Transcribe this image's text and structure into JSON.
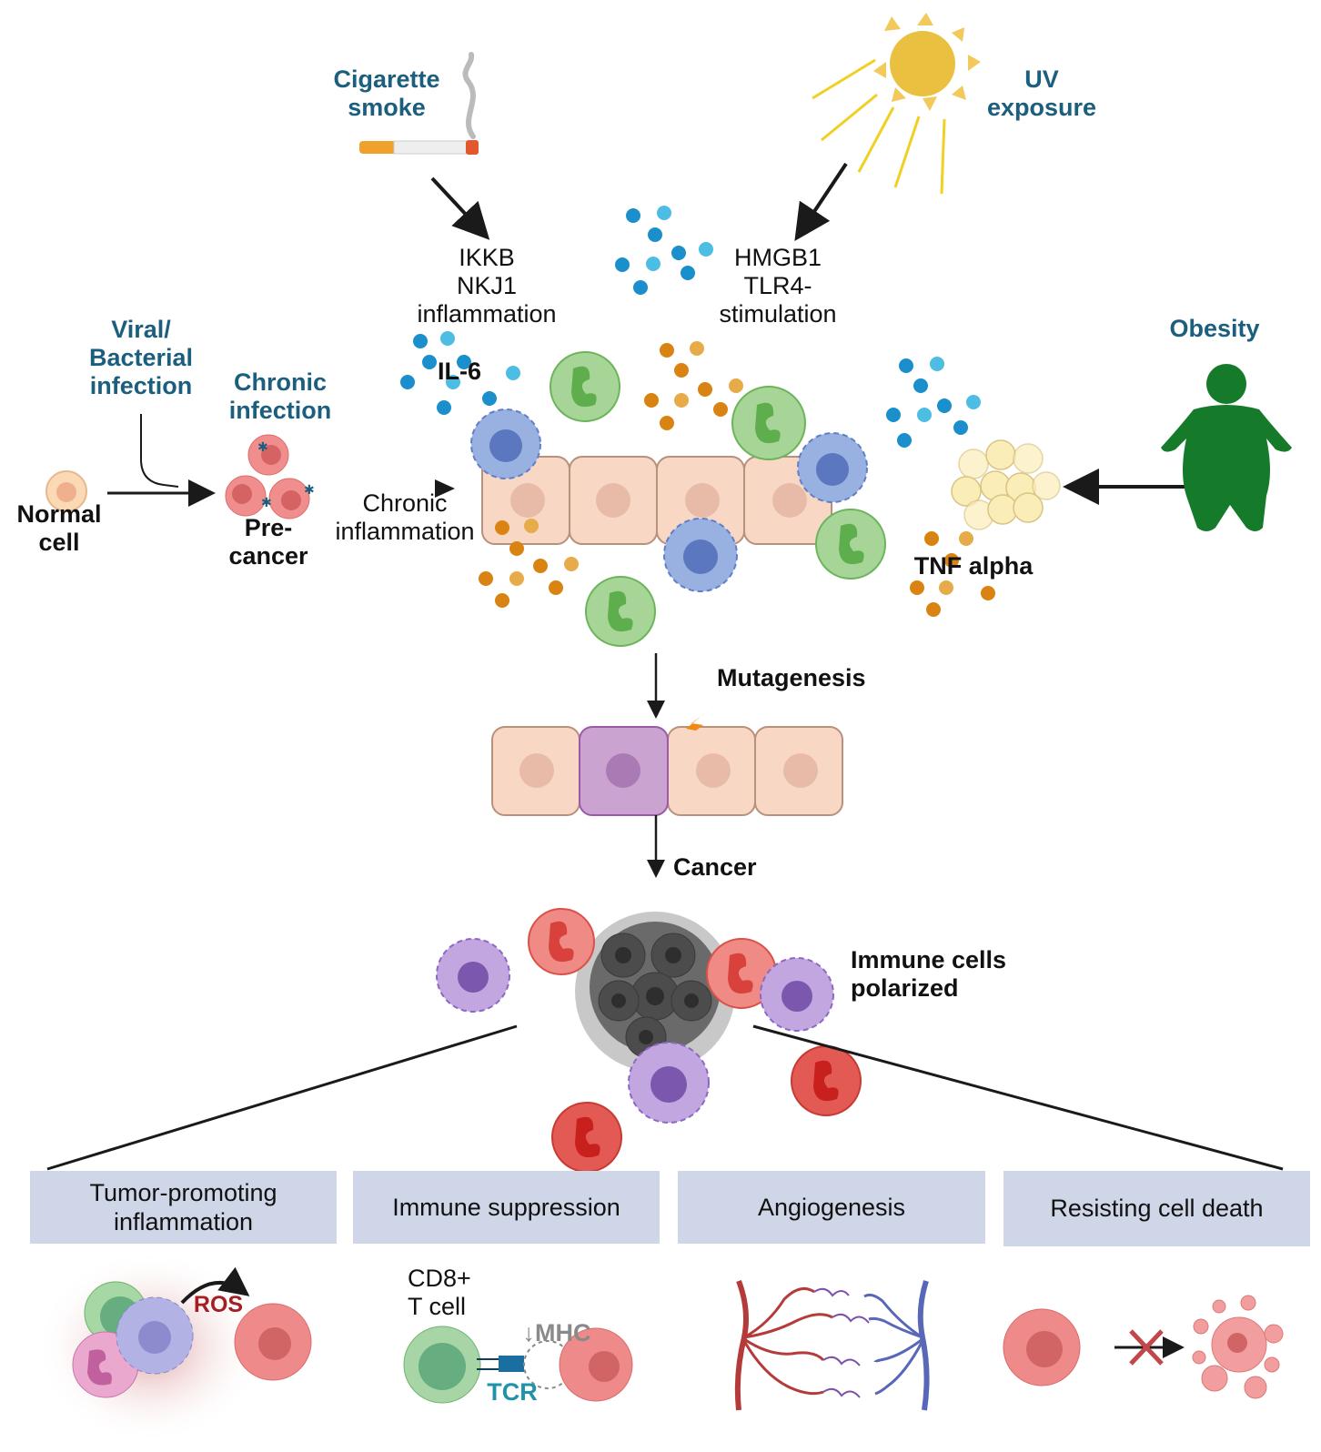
{
  "title": "Chronic inflammation to cancer pathway",
  "risk_factors": {
    "cigarette": "Cigarette\nsmoke",
    "uv": "UV\nexposure",
    "infection": "Viral/\nBacterial\ninfection",
    "obesity": "Obesity"
  },
  "pathway_labels": {
    "ikkb": "IKKB\nNKJ1\ninflammation",
    "hmgb1": "HMGB1\nTLR4-\nstimulation",
    "il6": "IL-6",
    "tnf": "TNF alpha",
    "chronic_infection": "Chronic\ninfection",
    "normal_cell": "Normal\ncell",
    "precancer": "Pre-\ncancer",
    "chronic_inflammation": "Chronic\ninflammation",
    "mutagenesis": "Mutagenesis",
    "cancer": "Cancer",
    "immune_polarized": "Immune cells\npolarized"
  },
  "hallmarks": [
    {
      "label": "Tumor-promoting\ninflammation"
    },
    {
      "label": "Immune suppression"
    },
    {
      "label": "Angiogenesis"
    },
    {
      "label": "Resisting cell death"
    }
  ],
  "panel_labels": {
    "ros": "ROS",
    "cd8": "CD8+\nT cell",
    "mhc": "↓MHC",
    "tcr": "TCR"
  },
  "colors": {
    "teal_text": "#1b5e7e",
    "hallmark_bg": "#cfd6e8",
    "epithelial": "#f8d7c5",
    "mutant": "#cba3d0",
    "neutrophil_green": "#9ccf8c",
    "dendritic_blue": "#8fa8dc",
    "cancer_red": "#e36060",
    "macrophage_purple": "#b79ad6",
    "ros_red": "#a31f24",
    "tcr_teal": "#1f93a8",
    "sun": "#f0c43a"
  }
}
